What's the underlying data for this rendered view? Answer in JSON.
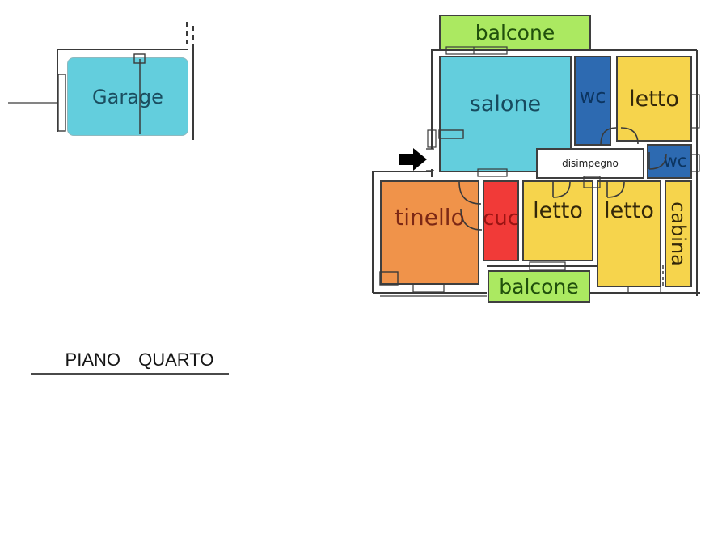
{
  "plan": {
    "floor_label": "PIANO QUARTO",
    "rooms": {
      "garage": {
        "label": "Garage",
        "fill": "#63cedd",
        "text_color": "#1b4e60"
      },
      "balcone_top": {
        "label": "balcone",
        "fill": "#abe961",
        "text_color": "#20500c"
      },
      "salone": {
        "label": "salone",
        "fill": "#63cedd",
        "text_color": "#174a5e"
      },
      "wc_top": {
        "label": "wc",
        "fill": "#2d6ab1",
        "text_color": "#0c3560"
      },
      "letto_top": {
        "label": "letto",
        "fill": "#f6d44c",
        "text_color": "#33270a"
      },
      "disimpegno": {
        "label": "disimpegno",
        "fill": "#ffffff",
        "text_color": "#222222"
      },
      "wc_right": {
        "label": "wc",
        "fill": "#2d6ab1",
        "text_color": "#0c3560"
      },
      "tinello": {
        "label": "tinello",
        "fill": "#f0934a",
        "text_color": "#7c2815"
      },
      "cucina": {
        "label": "cuc",
        "fill": "#f13a38",
        "text_color": "#991312"
      },
      "letto_mid": {
        "label": "letto",
        "fill": "#f6d44c",
        "text_color": "#33270a"
      },
      "letto_right": {
        "label": "letto",
        "fill": "#f6d44c",
        "text_color": "#33270a"
      },
      "cabina": {
        "label": "cabina",
        "fill": "#f6d44c",
        "text_color": "#33270a"
      },
      "balcone_bottom": {
        "label": "balcone",
        "fill": "#abe961",
        "text_color": "#20500c"
      }
    },
    "entrance_arrow_icon": "right-arrow",
    "arrow_color": "#000000"
  }
}
